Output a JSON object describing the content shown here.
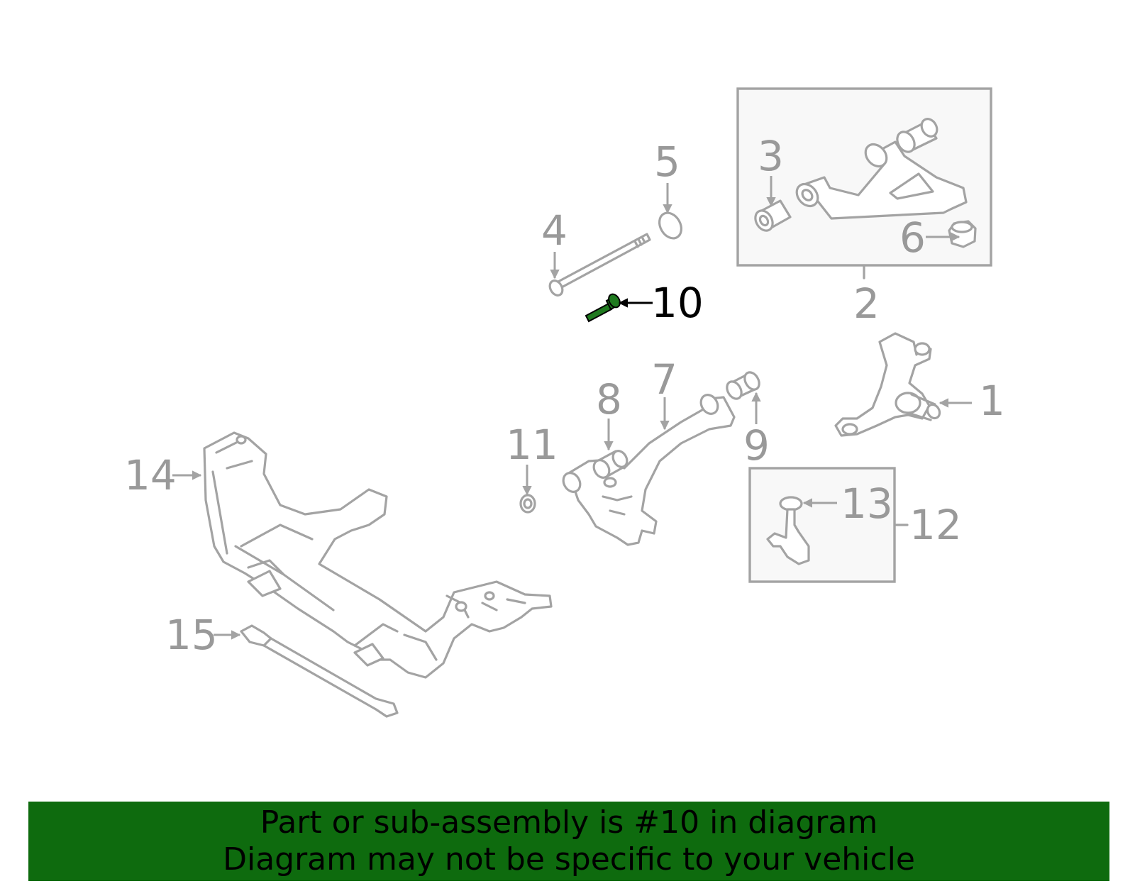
{
  "callouts": {
    "c1": "1",
    "c2": "2",
    "c3": "3",
    "c4": "4",
    "c5": "5",
    "c6": "6",
    "c7": "7",
    "c8": "8",
    "c9": "9",
    "c10": "10",
    "c11": "11",
    "c12": "12",
    "c13": "13",
    "c14": "14",
    "c15": "15"
  },
  "highlighted_part": "10",
  "colors": {
    "highlight_part": "#1f7a1f",
    "banner_background": "#0e6b0e",
    "line_art": "#a3a3a3",
    "callout_text": "#999999"
  },
  "banner": {
    "line1": "Part or sub-assembly is #10 in diagram",
    "line2": "Diagram may not be specific to your vehicle"
  }
}
